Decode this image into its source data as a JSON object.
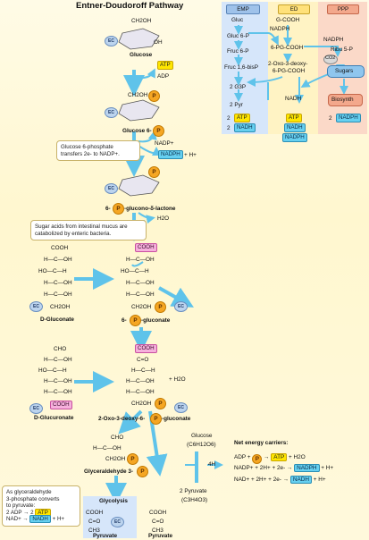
{
  "title": "Entner-Doudoroff Pathway",
  "panel": {
    "headers": {
      "emp": "EMP",
      "ed": "ED",
      "ppp": "PPP"
    },
    "emp": {
      "gluc": "Gluc",
      "gluc6p": "Gluc 6-P",
      "fruc6p": "Fruc 6-P",
      "fruc16": "Fruc 1,6-bisP",
      "g3p": "2 G3P",
      "pyr": "2 Pyr",
      "atp_n": "2",
      "atp": "ATP",
      "nadh_n": "2",
      "nadh": "NADH"
    },
    "ed": {
      "gcooh": "G-COOH",
      "nadph": "NADPH",
      "pgcooh": "6-PG-COOH",
      "oxo1": "2-Oxo-3-deoxy-",
      "oxo2": "6-PG-COOH",
      "nadh_mid": "NADH",
      "atp": "ATP",
      "nadh": "NADH",
      "nadph_b": "NADPH"
    },
    "ppp": {
      "nadph": "NADPH",
      "ribu": "Ribu 5-P",
      "co2": "CO2",
      "sugars": "Sugars",
      "biosynth": "Biosynth",
      "nadph_n": "2",
      "nadph_b": "NADPH"
    }
  },
  "main": {
    "glucose_ring": {
      "ch2oh": "CH2OH",
      "oh": "OH"
    },
    "glucose": "Glucose",
    "atp": "ATP",
    "adp": "ADP",
    "g6p_label": "Glucose 6-",
    "p": "P",
    "nadp_plus": "NADP+",
    "nadph": "NADPH",
    "plus_h": "+ H+",
    "note1": "Glucose 6-phosphate transfers 2e- to NADP+.",
    "lactone_prefix": "6-",
    "lactone_suffix": "-glucono-δ-lactone",
    "h2o": "H2O",
    "note2": "Sugar acids from intestinal mucus are catabolized by enteric bacteria.",
    "cooh": "COOH",
    "ch2oh": "CH2OH",
    "fischer": {
      "h": "H",
      "oh": "OH",
      "ho": "HO",
      "c": "C"
    },
    "d_gluconate": "D-Gluconate",
    "p_gluconate_prefix": "6-",
    "p_gluconate_suffix": "-gluconate",
    "cho": "CHO",
    "plus_h2o": "+ H2O",
    "d_glucuronate": "D-Glucuronate",
    "keto": "C=O",
    "ch2": "CH2",
    "oxo_label_prefix": "2-Oxo-3-deoxy-6-",
    "oxo_label_suffix": "-gluconate",
    "gly_cho": "CHO",
    "gly_hcoh": "H—C—OH",
    "ga3p_label": "Glyceraldehyde 3-",
    "glycolysis": "Glycolysis",
    "pyr_cooh": "COOH",
    "pyr_co": "C=O",
    "pyr_ch3": "CH3",
    "pyruvate": "Pyruvate",
    "pyruvate2": "Pyruvate",
    "note3_line1": "As glyceraldehyde",
    "note3_line2": "3-phosphate converts",
    "note3_line3": "to pyruvate:",
    "note3_adp": "2 ADP →",
    "note3_atp": "2",
    "note3_atp_label": "ATP",
    "note3_nad": "NAD+ →",
    "note3_nadh": "NADH",
    "note3_h": "+ H+",
    "glucose_right": "Glucose",
    "glucose_formula": "(C6H12O6)",
    "four_h": "4H",
    "two_pyruvate": "2 Pyruvate",
    "pyruvate_formula": "(C3H4O3)",
    "net_title": "Net energy carriers:",
    "net_adp": "ADP +",
    "net_atp": "ATP",
    "net_h2o": "+ H2O",
    "net_nadp": "NADP+ + 2H+ + 2e- →",
    "net_nadph": "NADPH",
    "net_nadph_h": "+ H+",
    "net_nad": "NAD+ + 2H+ + 2e- →",
    "net_nadh": "NADH",
    "net_nadh_h": "+ H+"
  },
  "enzyme_icon": "EC",
  "colors": {
    "atp": "#ffe600",
    "nadph": "#66d0f0",
    "phosphate": "#f5a623",
    "arrow": "#5fc3ea",
    "pink": "#f6b0dc",
    "emp": "#d6e6fa",
    "ed": "#fff3c4",
    "ppp": "#fbd9c8"
  }
}
